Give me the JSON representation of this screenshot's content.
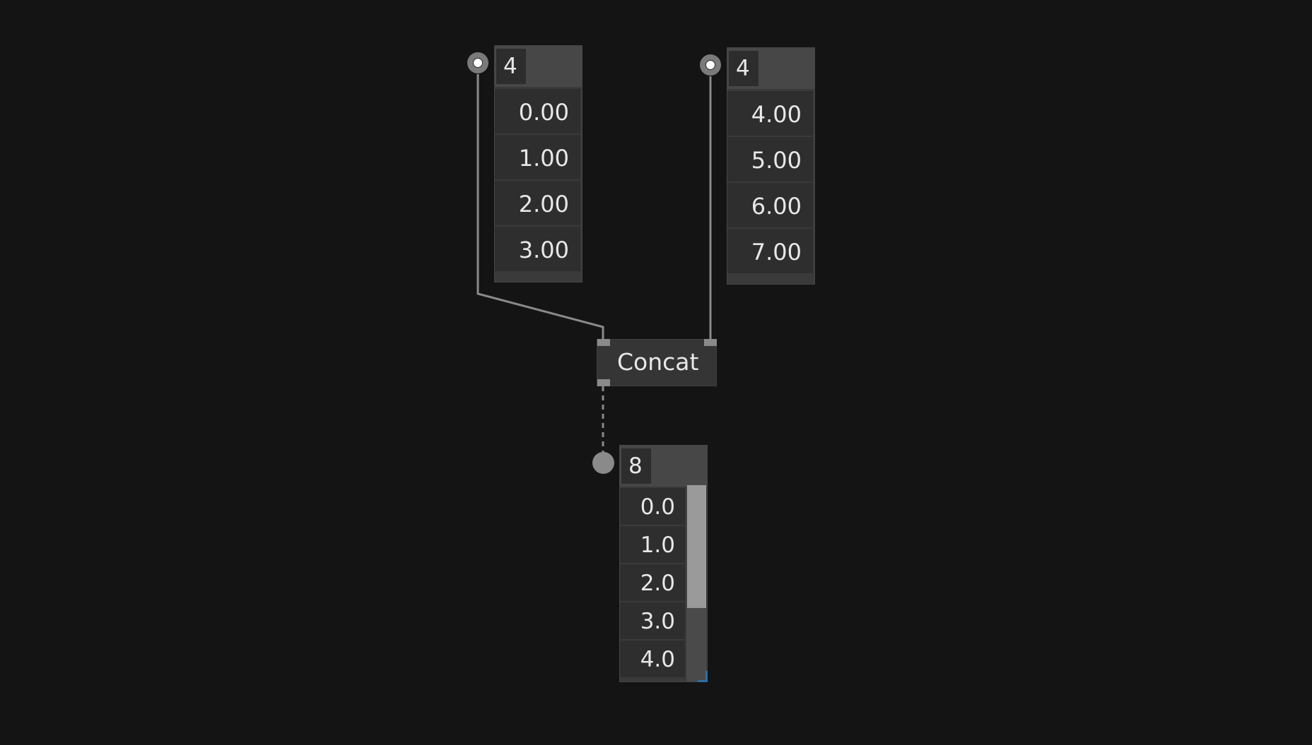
{
  "graph": {
    "input_a": {
      "count": "4",
      "values": [
        "0.00",
        "1.00",
        "2.00",
        "3.00"
      ]
    },
    "input_b": {
      "count": "4",
      "values": [
        "4.00",
        "5.00",
        "6.00",
        "7.00"
      ]
    },
    "concat": {
      "title": "Concat"
    },
    "output": {
      "count": "8",
      "values": [
        "0.0",
        "1.0",
        "2.0",
        "3.0",
        "4.0"
      ]
    }
  },
  "colors": {
    "background": "#141414",
    "node": "#3a3a3a",
    "wire": "#8a8a8a",
    "resize_accent": "#2b6fa8"
  }
}
